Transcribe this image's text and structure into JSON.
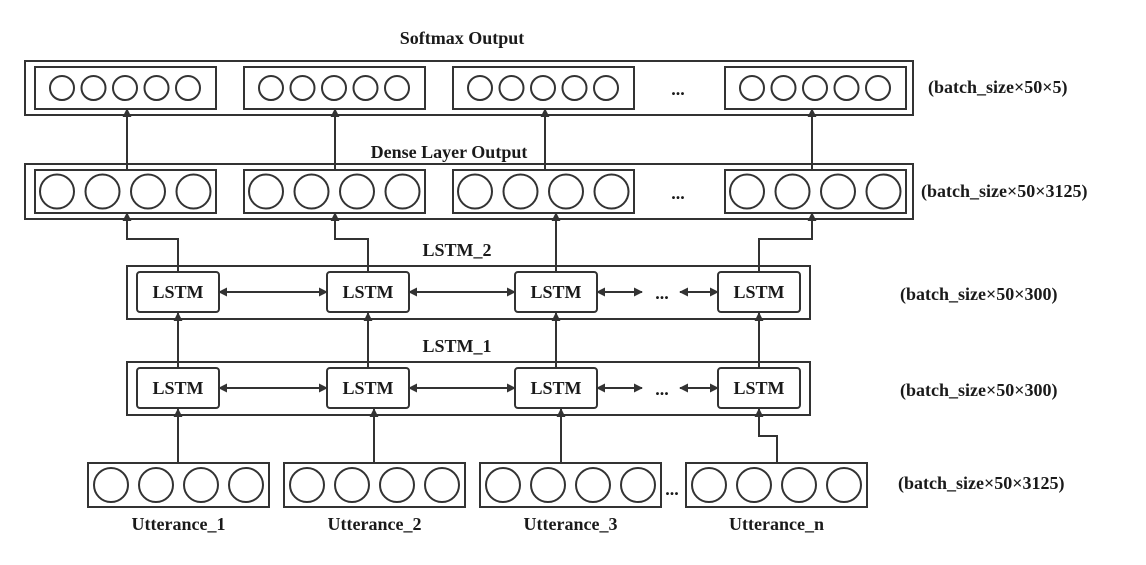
{
  "layers": {
    "softmax": {
      "title": "Softmax Output",
      "shape": "(batch_size×50×5)",
      "ellipsis": "..."
    },
    "dense": {
      "title": "Dense Layer Output",
      "shape": "(batch_size×50×3125)",
      "ellipsis": "..."
    },
    "lstm2": {
      "title": "LSTM_2",
      "shape": "(batch_size×50×300)",
      "cell_label": "LSTM",
      "ellipsis": "..."
    },
    "lstm1": {
      "title": "LSTM_1",
      "shape": "(batch_size×50×300)",
      "cell_label": "LSTM",
      "ellipsis": "..."
    },
    "input": {
      "shape": "(batch_size×50×3125)",
      "ellipsis": "..."
    }
  },
  "utterances": [
    "Utterance_1",
    "Utterance_2",
    "Utterance_3",
    "Utterance_n"
  ],
  "colors": {
    "line": "#333333",
    "text": "#1a1a1a",
    "background": "#ffffff"
  }
}
